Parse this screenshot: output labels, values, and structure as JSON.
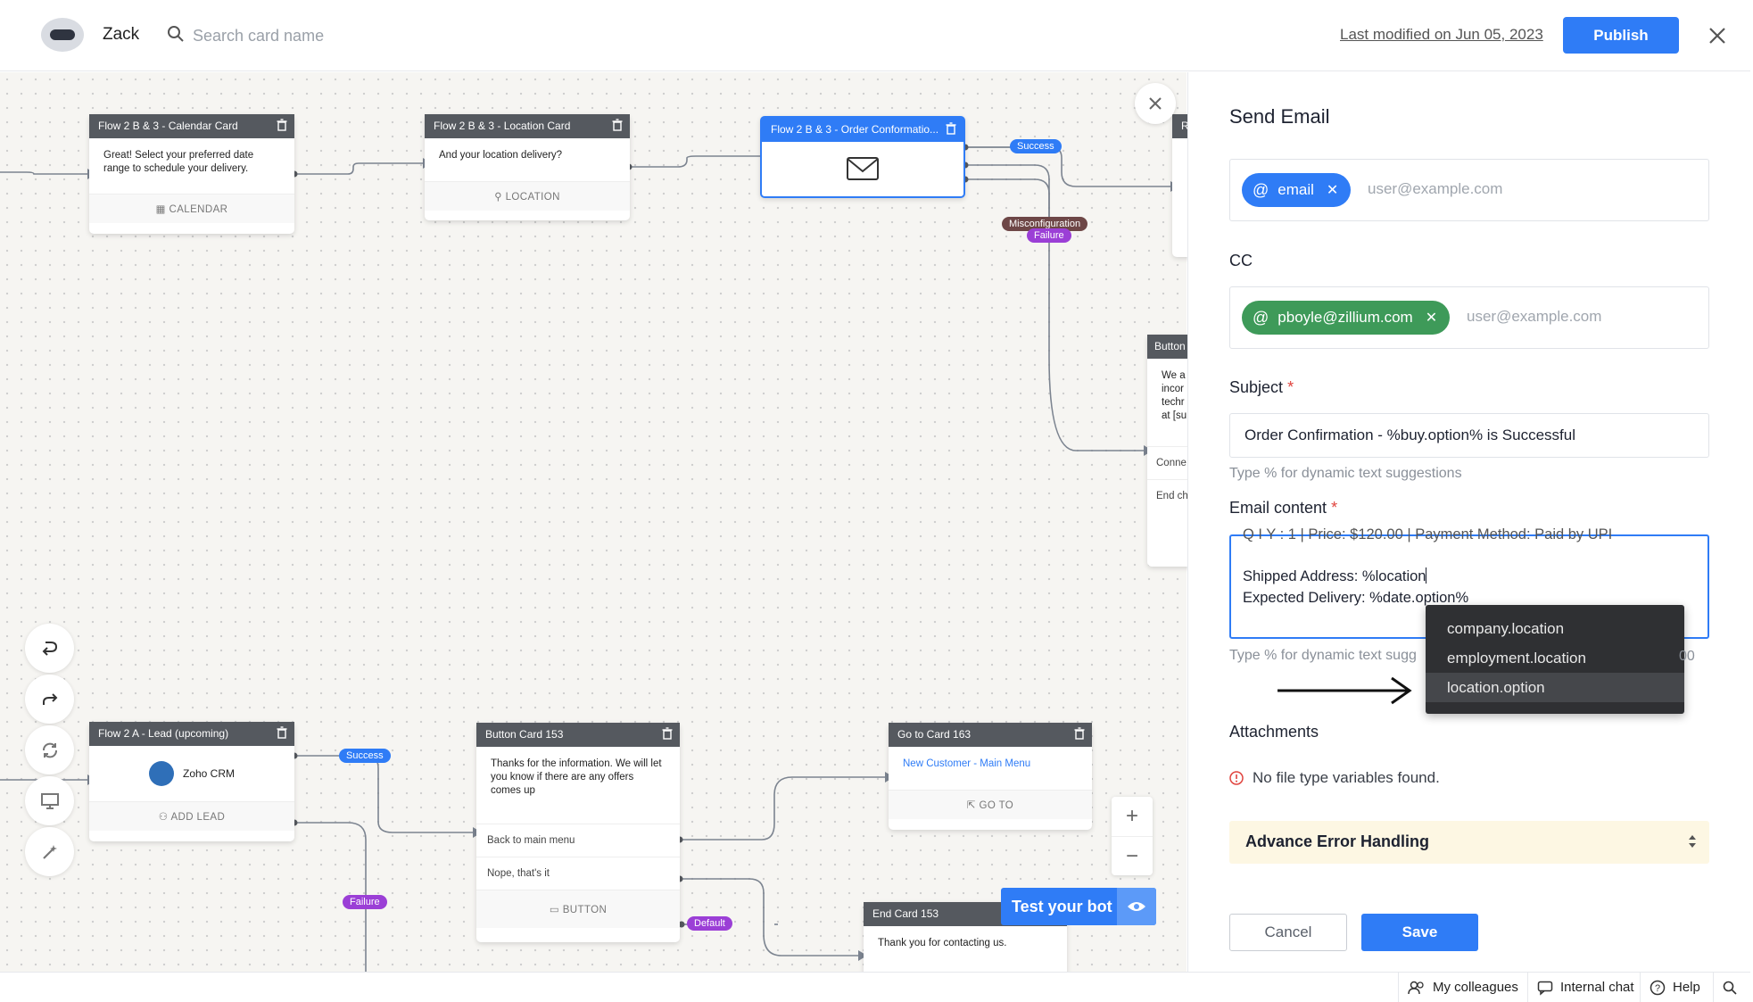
{
  "header": {
    "bot_name": "Zack",
    "search_placeholder": "Search card name",
    "last_modified": "Last modified on Jun 05, 2023",
    "publish_label": "Publish"
  },
  "canvas": {
    "cards": {
      "calendar": {
        "title": "Flow 2 B & 3 - Calendar Card",
        "body": "Great! Select your preferred date range to schedule your delivery.",
        "footer": "CALENDAR"
      },
      "location": {
        "title": "Flow 2 B & 3 - Location Card",
        "body": "And your location delivery?",
        "footer": "LOCATION"
      },
      "order": {
        "title": "Flow 2 B & 3 - Order Conformatio..."
      },
      "button_right": {
        "title": "Button",
        "body_lines": [
          "We a",
          "incor",
          "techr",
          "at [su"
        ],
        "opt1": "Conne",
        "opt2": "End ch"
      },
      "right_top": {
        "title": "R"
      },
      "lead": {
        "title": "Flow 2 A - Lead (upcoming)",
        "body": "Zoho CRM",
        "footer": "ADD LEAD"
      },
      "button153": {
        "title": "Button Card 153",
        "body": "Thanks for the information. We will let you know if there are any offers comes up",
        "opt1": "Back to main menu",
        "opt2": "Nope, that's it",
        "footer": "BUTTON"
      },
      "goto163": {
        "title": "Go to Card 163",
        "body": "New Customer - Main Menu",
        "footer": "GO TO"
      },
      "end153": {
        "title": "End Card 153",
        "body": "Thank you for contacting us."
      }
    },
    "pills": {
      "success1": "Success",
      "misconfig": "Misconfiguration",
      "failure1": "Failure",
      "success2": "Success",
      "failure2": "Failure",
      "default": "Default"
    },
    "test_bot_label": "Test your bot"
  },
  "panel": {
    "title": "Send Email",
    "to": {
      "chip": "email",
      "placeholder": "user@example.com"
    },
    "cc": {
      "label": "CC",
      "chip": "pboyle@zillium.com",
      "placeholder": "user@example.com"
    },
    "subject": {
      "label": "Subject",
      "value": "Order Confirmation - %buy.option% is Successful",
      "hint": "Type % for dynamic text suggestions"
    },
    "content": {
      "label": "Email content",
      "cut_line": "Q I Y : 1 | Price: $120.00 | Payment Method: Paid by UPI",
      "line1": "Shipped Address:  %location",
      "line2": "Expected Delivery: %date.option%",
      "hint": "Type % for dynamic text sugg",
      "counter": "00"
    },
    "suggestions": [
      "company.location",
      "employment.location",
      "location.option"
    ],
    "attachments": {
      "label": "Attachments",
      "message": "No file type variables found."
    },
    "advance_label": "Advance Error Handling",
    "cancel_label": "Cancel",
    "save_label": "Save"
  },
  "statusbar": {
    "colleagues": "My colleagues",
    "chat": "Internal chat",
    "help": "Help"
  },
  "colors": {
    "accent": "#2f7cf6",
    "success_green": "#3e9a59",
    "failure_purple": "#9b3fd6",
    "misconfig_brown": "#6e4747"
  }
}
